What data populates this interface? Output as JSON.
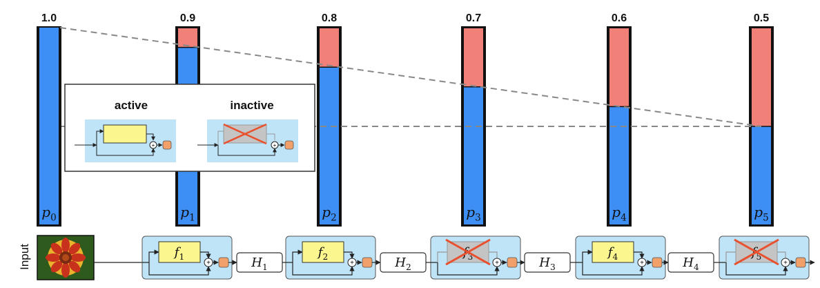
{
  "bars": [
    {
      "label": "1.0",
      "survival": 1.0,
      "p_letter": "p",
      "p_sub": "0"
    },
    {
      "label": "0.9",
      "survival": 0.9,
      "p_letter": "p",
      "p_sub": "1"
    },
    {
      "label": "0.8",
      "survival": 0.8,
      "p_letter": "p",
      "p_sub": "2"
    },
    {
      "label": "0.7",
      "survival": 0.7,
      "p_letter": "p",
      "p_sub": "3"
    },
    {
      "label": "0.6",
      "survival": 0.6,
      "p_letter": "p",
      "p_sub": "4"
    },
    {
      "label": "0.5",
      "survival": 0.5,
      "p_letter": "p",
      "p_sub": "5"
    }
  ],
  "legend": {
    "active_label": "active",
    "inactive_label": "inactive"
  },
  "input_label": "Input",
  "blocks": [
    {
      "f_letter": "f",
      "f_sub": "1",
      "active": true
    },
    {
      "f_letter": "f",
      "f_sub": "2",
      "active": true
    },
    {
      "f_letter": "f",
      "f_sub": "3",
      "active": false
    },
    {
      "f_letter": "f",
      "f_sub": "4",
      "active": true
    },
    {
      "f_letter": "f",
      "f_sub": "5",
      "active": false
    }
  ],
  "transitions": [
    {
      "h_letter": "H",
      "h_sub": "1"
    },
    {
      "h_letter": "H",
      "h_sub": "2"
    },
    {
      "h_letter": "H",
      "h_sub": "3"
    },
    {
      "h_letter": "H",
      "h_sub": "4"
    }
  ],
  "colors": {
    "survive": "#3d8ef5",
    "drop": "#f08078",
    "block_bg": "#bfe3f7",
    "f_box": "#fbf68e",
    "f_box_inactive": "#c4c4c4",
    "cross": "#e8502e",
    "output_dot": "#f0a068"
  }
}
